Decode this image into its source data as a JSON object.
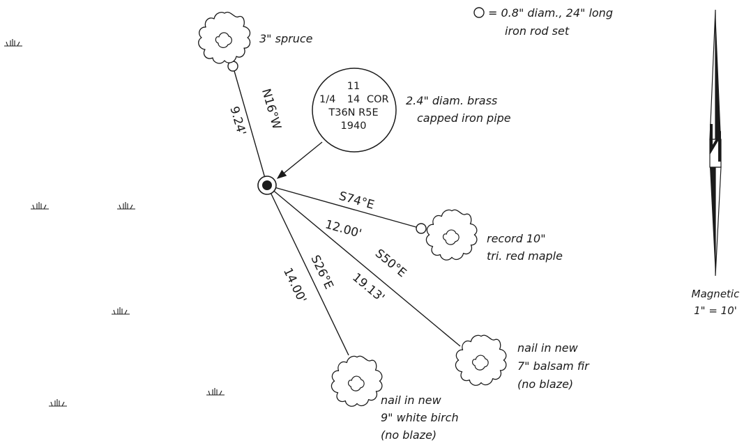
{
  "legend": {
    "symbol_text_line1": "= 0.8\" diam., 24\" long",
    "symbol_text_line2": "iron rod set"
  },
  "corner": {
    "cap_line1": "11",
    "cap_line2_left": "1/4",
    "cap_line2_mid": "14",
    "cap_line2_right": "COR",
    "cap_line3": "T36N R5E",
    "cap_line4": "1940",
    "desc_line1": "2.4\" diam. brass",
    "desc_line2": "capped iron pipe"
  },
  "bearings": [
    {
      "id": "nw",
      "bearing": "N16°W",
      "distance": "9.24'"
    },
    {
      "id": "e",
      "bearing": "S74°E",
      "distance": "12.00'"
    },
    {
      "id": "se",
      "bearing": "S50°E",
      "distance": "19.13'"
    },
    {
      "id": "s",
      "bearing": "S26°E",
      "distance": "14.00'"
    }
  ],
  "trees": {
    "spruce": {
      "line1": "3\" spruce"
    },
    "maple": {
      "line1": "record 10\"",
      "line2": "tri. red maple"
    },
    "fir": {
      "line1": "nail in new",
      "line2": "7\" balsam fir",
      "line3": "(no blaze)"
    },
    "birch": {
      "line1": "nail in new",
      "line2": "9\" white birch",
      "line3": "(no blaze)"
    }
  },
  "north_arrow": {
    "label": "Magnetic",
    "scale": "1\" = 10'"
  }
}
